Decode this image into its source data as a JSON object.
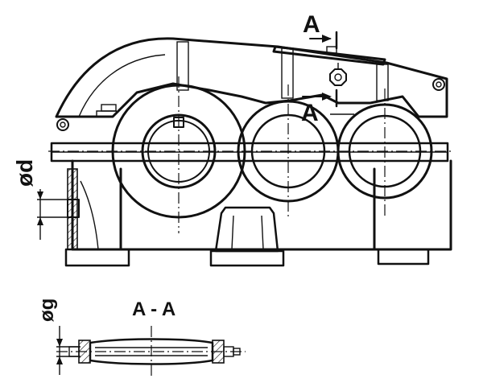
{
  "drawing": {
    "section_marker_top": "A",
    "section_marker_mid": "A",
    "dimension_d": "ød",
    "dimension_g": "øg",
    "section_title": "A - A"
  }
}
